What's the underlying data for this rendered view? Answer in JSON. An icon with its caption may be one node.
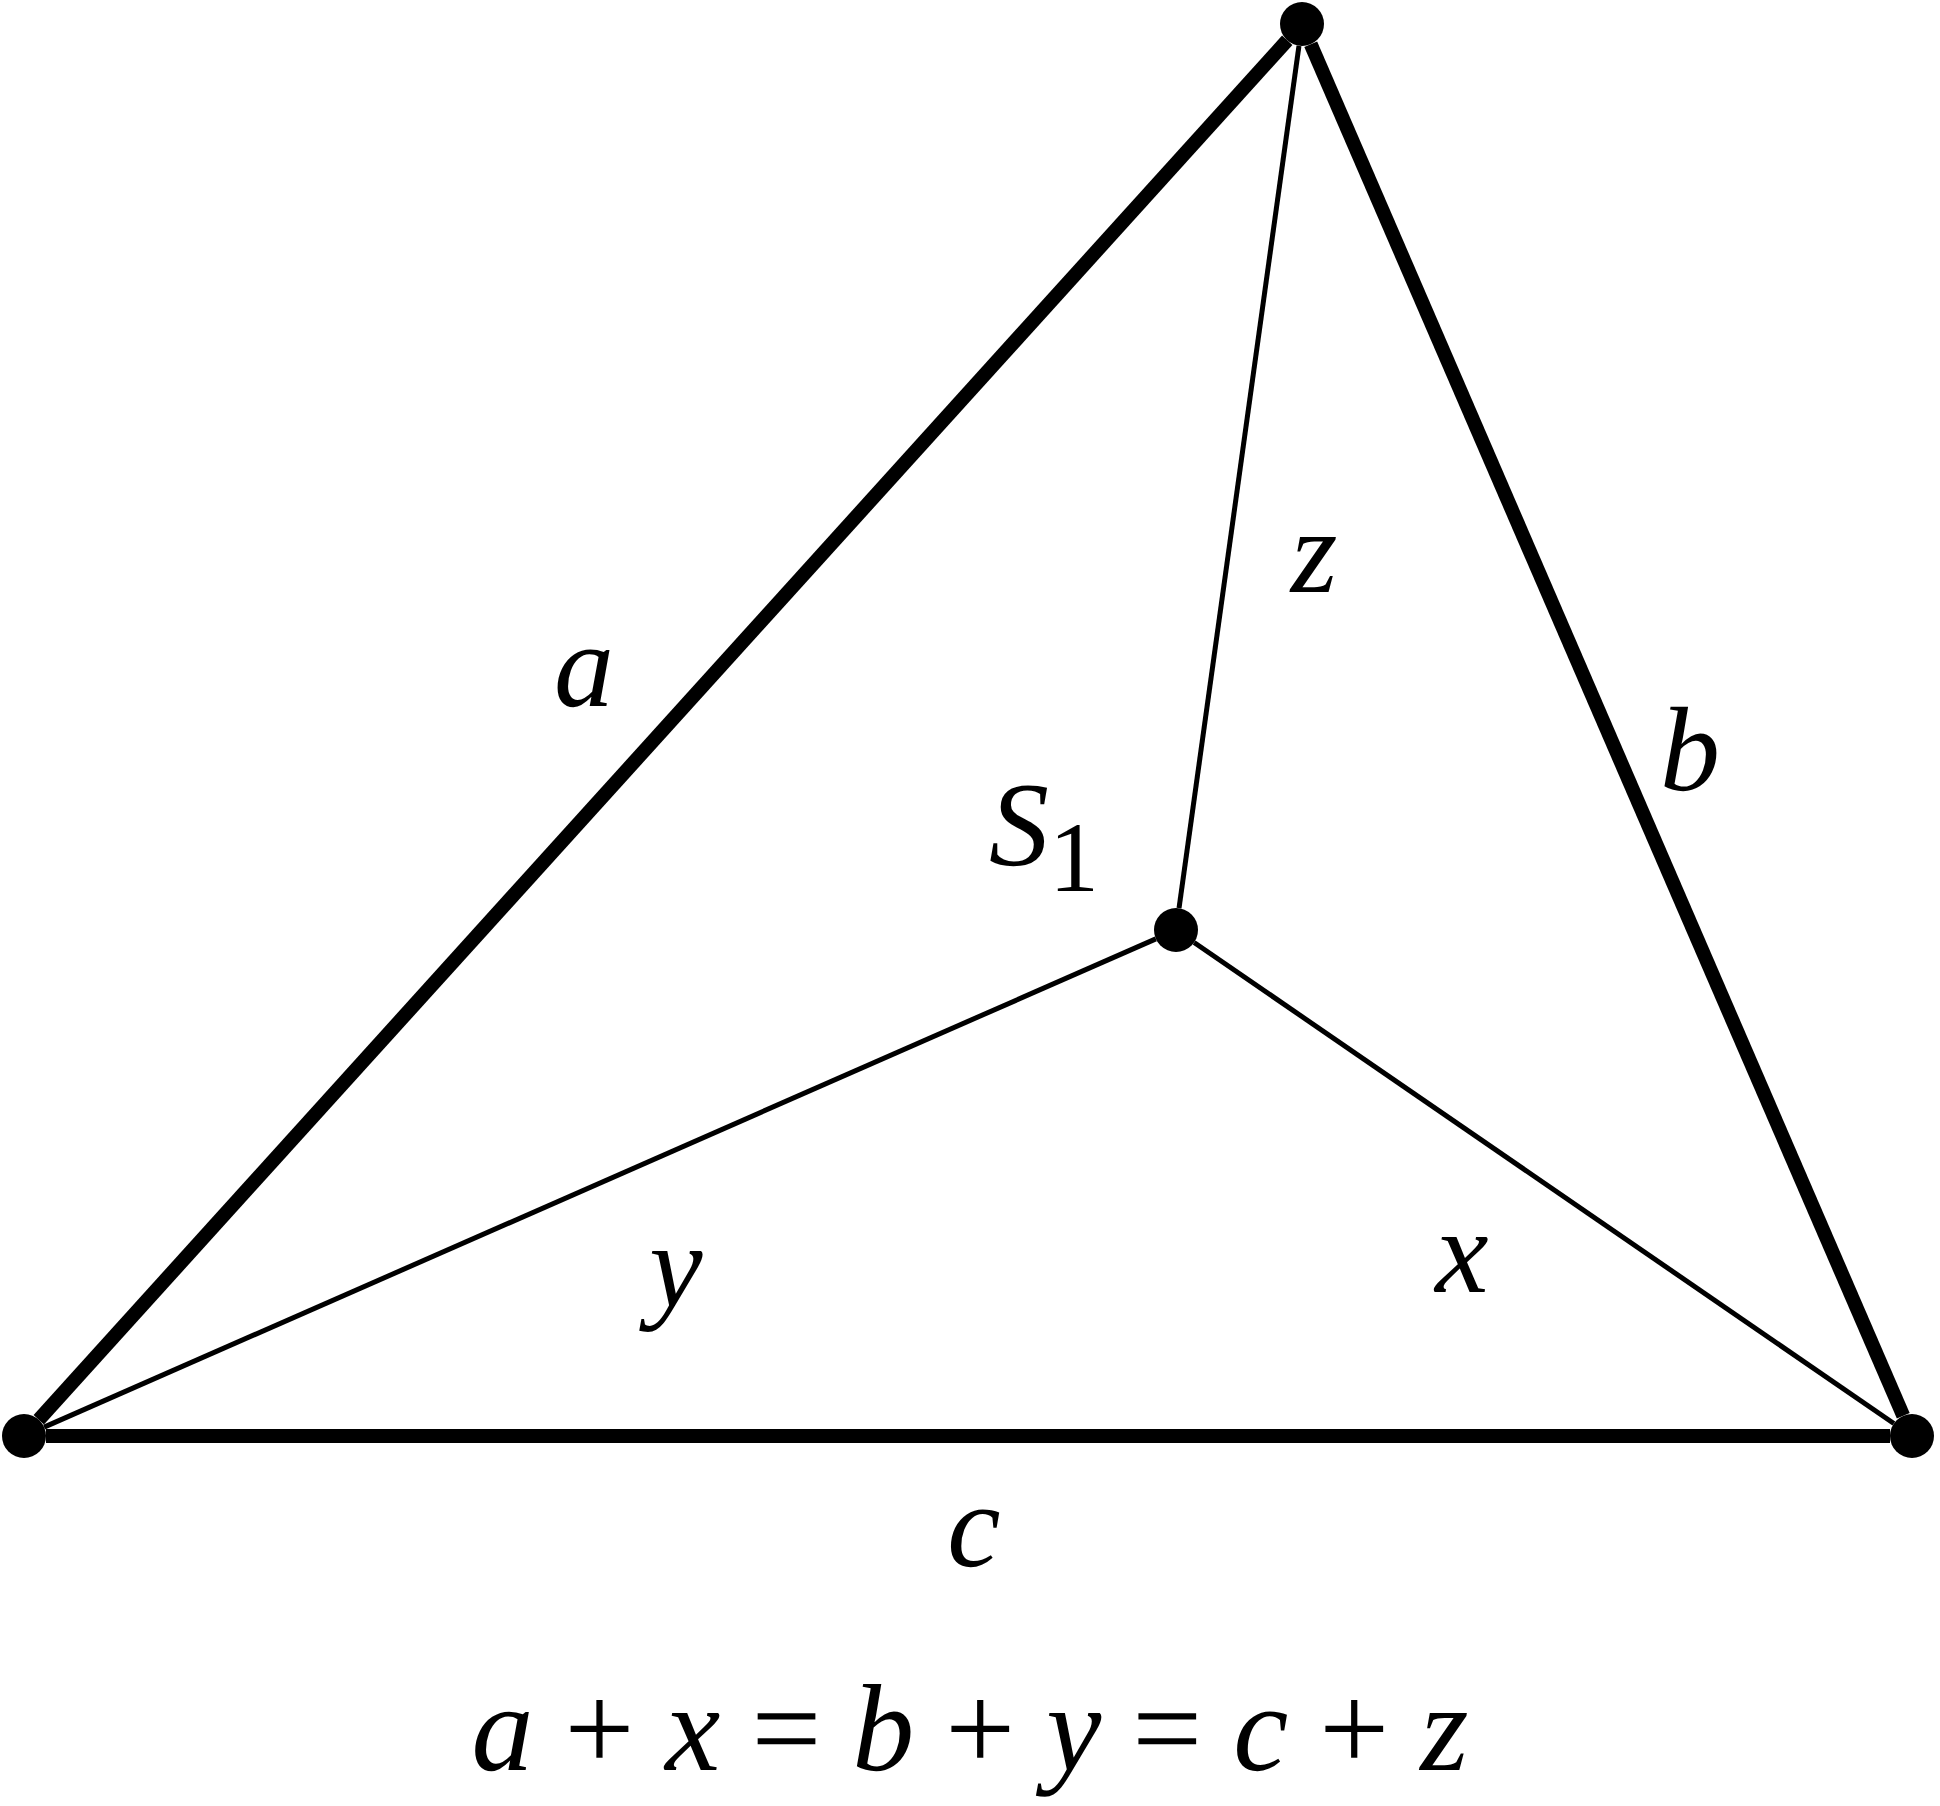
{
  "diagram": {
    "caption": "*a* + *x* = *b* + *y* = *c* + *z*",
    "nodes": [
      {
        "text": [],
        "shape": "circle"
      },
      {
        "text": [],
        "shape": "circle",
        "beside": [
          "*S*$_{1}$"
        ]
      },
      {
        "text": [],
        "shape": "circle"
      },
      {
        "text": [],
        "shape": "circle"
      }
    ],
    "edges": [
      {
        "from": 2,
        "to": 0,
        "arrow": "none",
        "label": "a",
        "style": "thick"
      },
      {
        "from": 0,
        "to": 3,
        "arrow": "none",
        "label": "b",
        "style": "thick"
      },
      {
        "from": 2,
        "to": 3,
        "arrow": "none",
        "label": "c",
        "style": "thick"
      },
      {
        "from": 0,
        "to": 1,
        "arrow": "none",
        "label": "z"
      },
      {
        "from": 1,
        "to": 2,
        "arrow": "none",
        "label": "y"
      },
      {
        "from": 1,
        "to": 3,
        "arrow": "none",
        "label": "x"
      }
    ]
  }
}
